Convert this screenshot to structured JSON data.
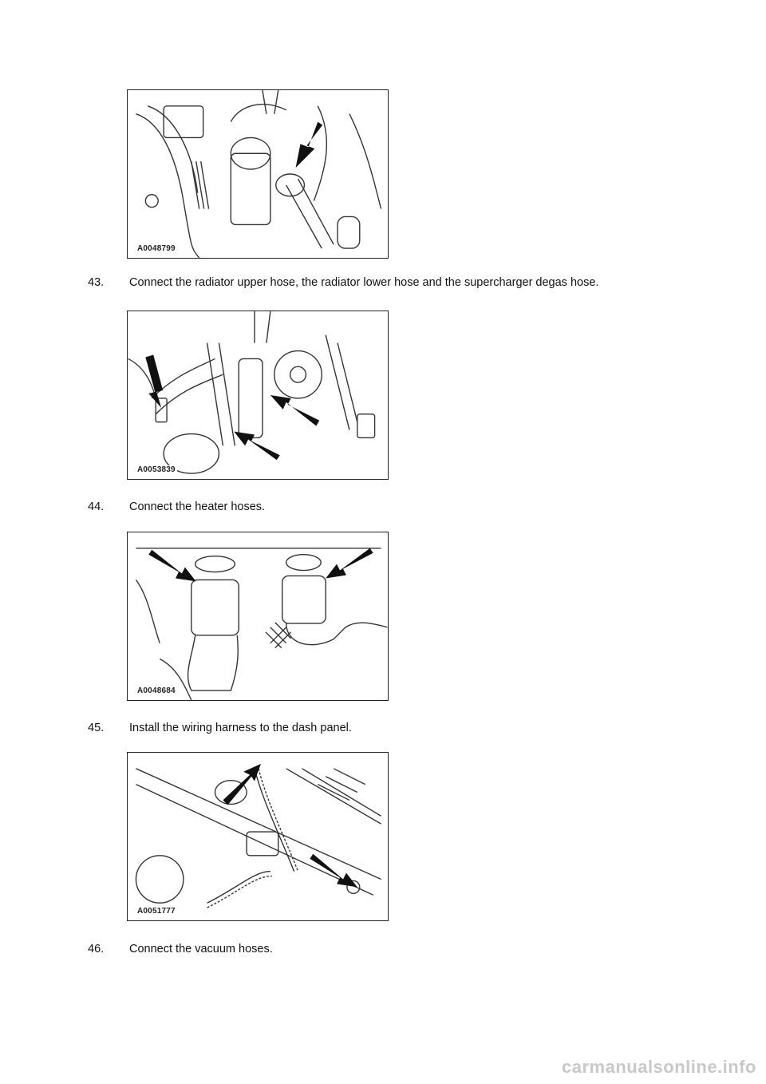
{
  "figures": [
    {
      "code": "A0048799"
    },
    {
      "code": "A0053839"
    },
    {
      "code": "A0048684"
    },
    {
      "code": "A0051777"
    }
  ],
  "steps": [
    {
      "number": "43.",
      "text": "Connect the radiator upper hose, the radiator lower hose and the supercharger degas hose."
    },
    {
      "number": "44.",
      "text": "Connect the heater hoses."
    },
    {
      "number": "45.",
      "text": "Install the wiring harness to the dash panel."
    },
    {
      "number": "46.",
      "text": "Connect the vacuum hoses."
    }
  ],
  "watermark": "carmanualsonline.info"
}
